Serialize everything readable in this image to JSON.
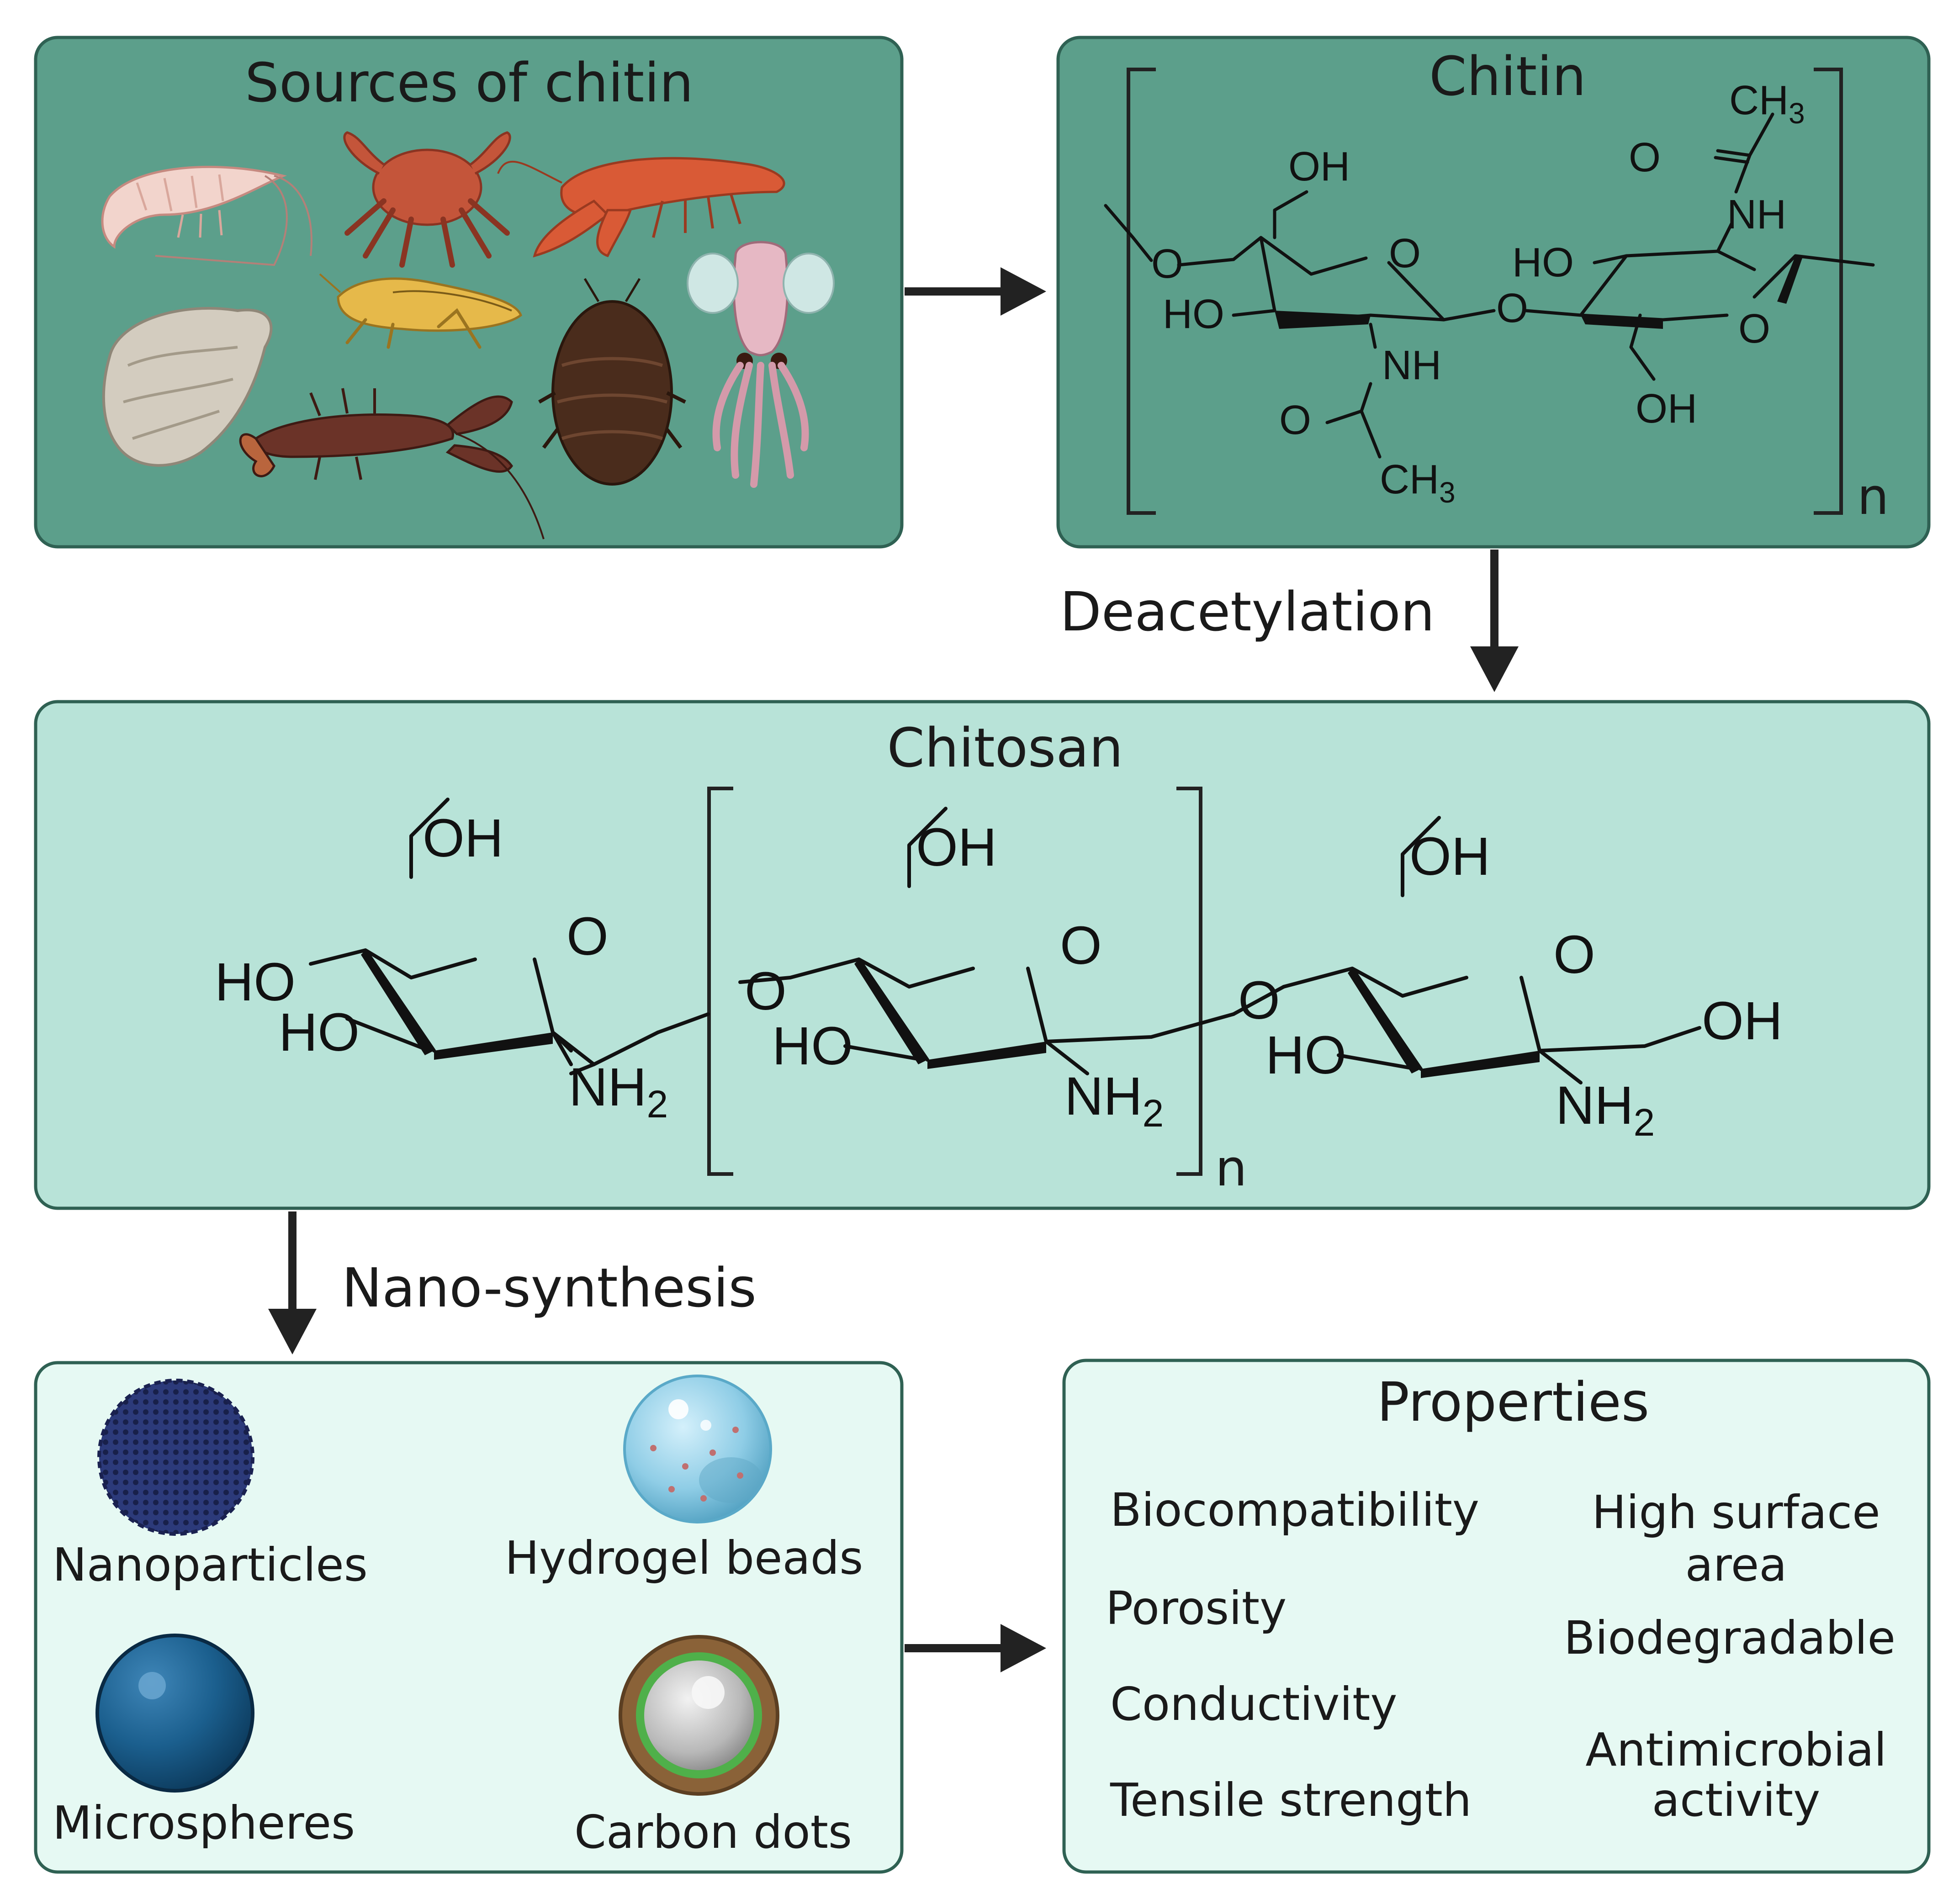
{
  "colors": {
    "panel_dark": "#5c9f8b",
    "panel_mid": "#b8e3d8",
    "panel_light": "#e6f9f3",
    "border": "#2f6153",
    "arrow": "#222222"
  },
  "sources_panel": {
    "title": "Sources of chitin",
    "organisms": [
      "shrimp-icon",
      "crab-icon",
      "crayfish-icon",
      "oyster-icon",
      "grasshopper-icon",
      "cockroach-icon",
      "squid-icon",
      "lobster-icon"
    ]
  },
  "chitin_panel": {
    "title": "Chitin",
    "atoms": {
      "oh_top": "OH",
      "o_left": "O",
      "ho_left": "HO",
      "ring_o1": "O",
      "nh_lower": "NH",
      "o_lower": "O",
      "ch3_lower": "CH",
      "ch3_lower_sub": "3",
      "bridge_o": "O",
      "ho_mid": "HO",
      "ch3_upper": "CH",
      "ch3_upper_sub": "3",
      "o_upper": "O",
      "nh_upper": "NH",
      "ring_o2": "O",
      "oh_bottom": "OH",
      "repeat_n": "n"
    }
  },
  "step_deacetylation": "Deacetylation",
  "chitosan_panel": {
    "title": "Chitosan",
    "unit1": {
      "oh": "OH",
      "ho1": "HO",
      "ho2": "HO",
      "ring_o": "O",
      "nh2": "NH",
      "nh2_sub": "2"
    },
    "link_o1": "O",
    "unit2": {
      "oh": "OH",
      "ho": "HO",
      "ring_o": "O",
      "nh2": "NH",
      "nh2_sub": "2"
    },
    "link_o2": "O",
    "unit3": {
      "oh": "OH",
      "ho": "HO",
      "ring_o": "O",
      "nh2": "NH",
      "nh2_sub": "2",
      "oh_end": "OH"
    },
    "repeat_n": "n"
  },
  "step_nanosynthesis": "Nano-synthesis",
  "nano_panel": {
    "items": [
      {
        "label": "Nanoparticles",
        "icon": "nanoparticle-icon"
      },
      {
        "label": "Hydrogel beads",
        "icon": "hydrogel-bead-icon"
      },
      {
        "label": "Microspheres",
        "icon": "microsphere-icon"
      },
      {
        "label": "Carbon dots",
        "icon": "carbon-dot-icon"
      }
    ]
  },
  "properties_panel": {
    "title": "Properties",
    "left": [
      "Biocompatibility",
      "Porosity",
      "Conductivity",
      "Tensile strength"
    ],
    "right_surface": [
      "High surface",
      "area"
    ],
    "right_biodegradable": "Biodegradable",
    "right_antimicrobial": [
      "Antimicrobial",
      "activity"
    ]
  }
}
